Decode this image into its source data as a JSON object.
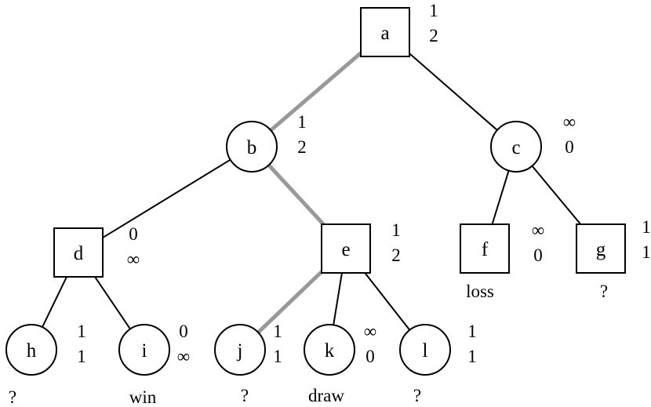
{
  "diagram": {
    "nodes": [
      {
        "id": "a",
        "label": "a",
        "shape": "square",
        "top": "1",
        "bottom": "2",
        "status": ""
      },
      {
        "id": "b",
        "label": "b",
        "shape": "circle",
        "top": "1",
        "bottom": "2",
        "status": ""
      },
      {
        "id": "c",
        "label": "c",
        "shape": "circle",
        "top": "∞",
        "bottom": "0",
        "status": ""
      },
      {
        "id": "d",
        "label": "d",
        "shape": "square",
        "top": "0",
        "bottom": "∞",
        "status": ""
      },
      {
        "id": "e",
        "label": "e",
        "shape": "square",
        "top": "1",
        "bottom": "2",
        "status": ""
      },
      {
        "id": "f",
        "label": "f",
        "shape": "square",
        "top": "∞",
        "bottom": "0",
        "status": "loss"
      },
      {
        "id": "g",
        "label": "g",
        "shape": "square",
        "top": "1",
        "bottom": "1",
        "status": "?"
      },
      {
        "id": "h",
        "label": "h",
        "shape": "circle",
        "top": "1",
        "bottom": "1",
        "status": "?"
      },
      {
        "id": "i",
        "label": "i",
        "shape": "circle",
        "top": "0",
        "bottom": "∞",
        "status": "win"
      },
      {
        "id": "j",
        "label": "j",
        "shape": "circle",
        "top": "1",
        "bottom": "1",
        "status": "?"
      },
      {
        "id": "k",
        "label": "k",
        "shape": "circle",
        "top": "∞",
        "bottom": "0",
        "status": "draw"
      },
      {
        "id": "l",
        "label": "l",
        "shape": "circle",
        "top": "1",
        "bottom": "1",
        "status": "?"
      }
    ],
    "edges": [
      {
        "from": "a",
        "to": "b",
        "highlighted": true
      },
      {
        "from": "a",
        "to": "c",
        "highlighted": false
      },
      {
        "from": "b",
        "to": "d",
        "highlighted": false
      },
      {
        "from": "b",
        "to": "e",
        "highlighted": true
      },
      {
        "from": "c",
        "to": "f",
        "highlighted": false
      },
      {
        "from": "c",
        "to": "g",
        "highlighted": false
      },
      {
        "from": "d",
        "to": "h",
        "highlighted": false
      },
      {
        "from": "d",
        "to": "i",
        "highlighted": false
      },
      {
        "from": "e",
        "to": "j",
        "highlighted": true
      },
      {
        "from": "e",
        "to": "k",
        "highlighted": false
      },
      {
        "from": "e",
        "to": "l",
        "highlighted": false
      }
    ],
    "colors": {
      "stroke": "#000000",
      "highlight": "#999999",
      "background": "#ffffff"
    }
  }
}
